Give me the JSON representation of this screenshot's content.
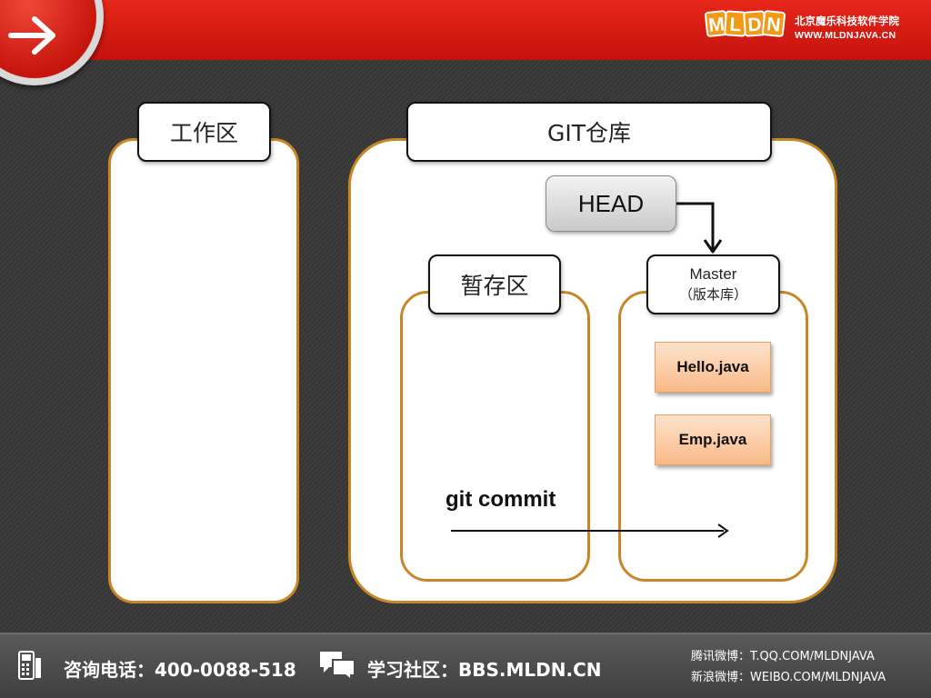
{
  "header": {
    "logo_letters": [
      "M",
      "L",
      "D",
      "N"
    ],
    "logo_chinese": "北京魔乐科技软件学院",
    "logo_url": "WWW.MLDNJAVA.CN",
    "nav_icon": "arrow-right-icon"
  },
  "diagram": {
    "workspace_label": "工作区",
    "repo_label": "GIT仓库",
    "head_label": "HEAD",
    "staging_label": "暂存区",
    "master_label": "Master",
    "master_sublabel": "（版本库）",
    "files": [
      "Hello.java",
      "Emp.java"
    ],
    "commit_label": "git commit"
  },
  "colors": {
    "header_red": "#d91e13",
    "panel_border": "#c88725",
    "file_fill": "#fbc99e",
    "logo_orange": "#f29a16"
  },
  "footer": {
    "phone": "咨询电话：400-0088-518",
    "community": "学习社区：BBS.MLDN.CN",
    "weibo_tencent": "腾讯微博：T.QQ.COM/MLDNJAVA",
    "weibo_sina": "新浪微博：WEIBO.COM/MLDNJAVA",
    "phone_icon": "phone-icon",
    "chat_icon": "chat-bubbles-icon"
  }
}
